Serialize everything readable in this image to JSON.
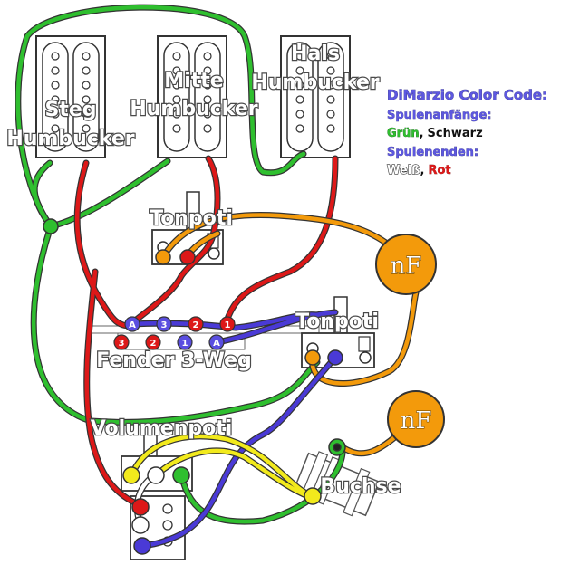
{
  "pickups": {
    "bridge": {
      "line1": "Steg",
      "line2": "Humbucker"
    },
    "middle": {
      "line1": "Mitte",
      "line2": "Humbucker"
    },
    "neck": {
      "line1": "Hals",
      "line2": "Humbucker"
    }
  },
  "labels": {
    "tone_upper": "Tonpoti",
    "tone_lower": "Tonpoti",
    "switch": "Fender 3-Weg",
    "volume": "Volumenpoti",
    "jack": "Buchse",
    "cap_upper": "nF",
    "cap_lower": "nF"
  },
  "switch_pins": {
    "top": [
      "A",
      "3",
      "2",
      "1"
    ],
    "bottom": [
      "3",
      "2",
      "1",
      "A"
    ]
  },
  "color_code": {
    "title": "DiMarzio Color Code:",
    "starts_label": "Spulenanfänge:",
    "starts_green": "Grün",
    "starts_sep": ",",
    "starts_black": "Schwarz",
    "ends_label": "Spulenenden:",
    "ends_white": "Weiß",
    "ends_sep": ",",
    "ends_red": "Rot"
  },
  "colors": {
    "green": "#2fbf2f",
    "red": "#dd1818",
    "orange": "#f39a0b",
    "blue": "#4a3ad6",
    "yellow": "#f2ea1c",
    "title_blue": "#5d58e0",
    "outline": "#333333"
  }
}
